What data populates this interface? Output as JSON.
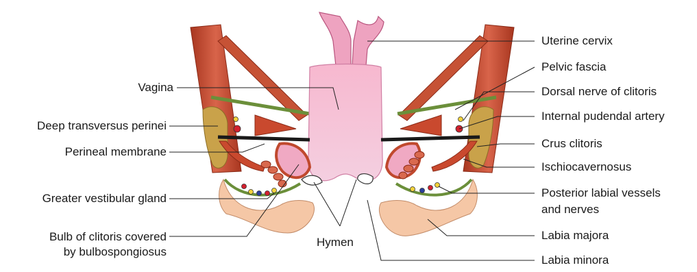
{
  "labels": {
    "uterine_cervix": "Uterine cervix",
    "pelvic_fascia": "Pelvic fascia",
    "dorsal_nerve": "Dorsal nerve of clitoris",
    "internal_pudendal": "Internal pudendal artery",
    "crus_clitoris": "Crus clitoris",
    "ischiocavernosus": "Ischiocavernosus",
    "posterior_labial_1": "Posterior labial vessels",
    "posterior_labial_2": "and nerves",
    "labia_majora": "Labia majora",
    "labia_minora": "Labia minora",
    "vagina": "Vagina",
    "deep_transversus": "Deep transversus perinei",
    "perineal_membrane": "Perineal membrane",
    "greater_vestibular": "Greater vestibular gland",
    "bulb_1": "Bulb of clitoris covered",
    "bulb_2": "by bulbospongiosus",
    "hymen": "Hymen"
  },
  "colors": {
    "muscle": "#c0492e",
    "vagina_pink": "#f2a9c6",
    "fascia_green": "#6b8f3a",
    "skin": "#f5c7a6",
    "fat_gold": "#c9a24a",
    "artery_red": "#d2202e",
    "nerve_yellow": "#f2d23b",
    "vein_blue": "#2a3f9b",
    "leader_line": "#222222"
  }
}
